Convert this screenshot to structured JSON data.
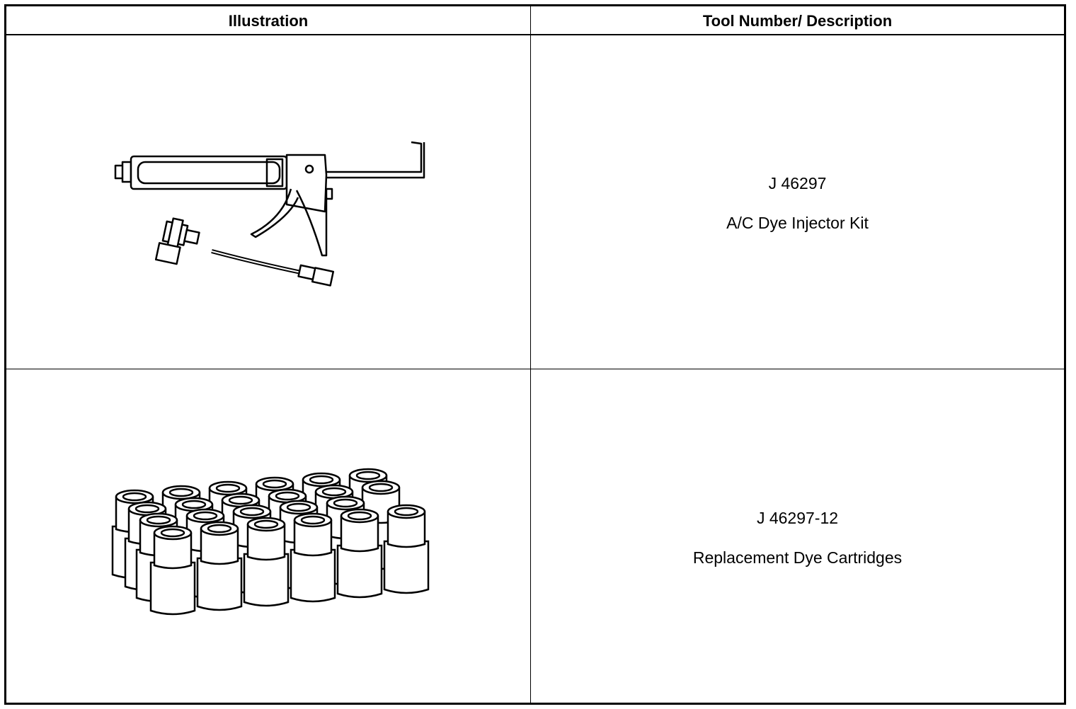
{
  "table": {
    "headers": {
      "illustration": "Illustration",
      "tool": "Tool Number/ Description"
    },
    "rows": [
      {
        "tool_number": "J 46297",
        "description": "A/C Dye Injector Kit",
        "illustration_icon": "dye-injector-gun-icon"
      },
      {
        "tool_number": "J 46297-12",
        "description": "Replacement Dye Cartridges",
        "illustration_icon": "dye-cartridges-icon"
      }
    ]
  }
}
